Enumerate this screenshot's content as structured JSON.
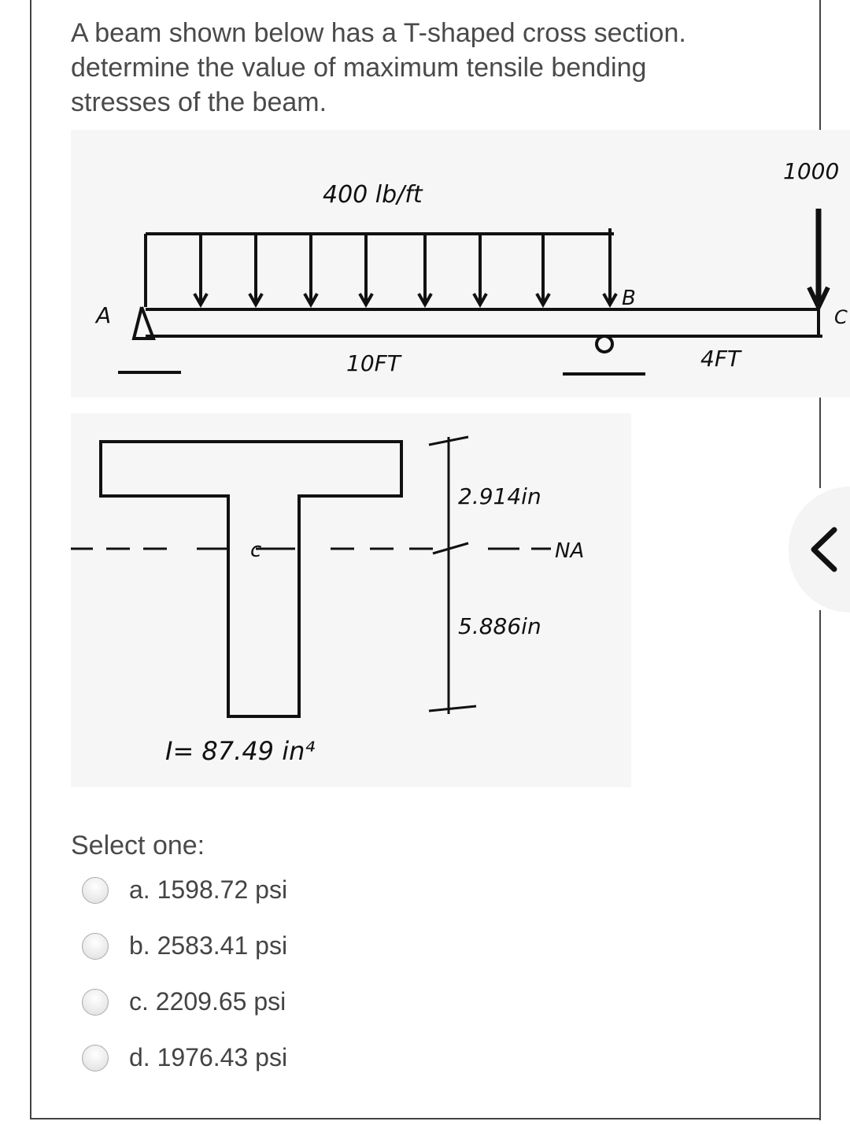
{
  "question": {
    "text": "A beam shown below has a T-shaped cross section. determine the value of maximum tensile bending stresses of the beam."
  },
  "beam_diagram": {
    "distributed_load": "400 lb/ft",
    "point_load": "1000",
    "label_a": "A",
    "label_b": "B",
    "label_c": "C",
    "span_ab": "10FT",
    "span_bc": "4FT"
  },
  "section_diagram": {
    "top_distance": "2.914in",
    "bottom_distance": "5.886in",
    "neutral_axis": "NA",
    "centroid": "c",
    "inertia": "I= 87.49 in⁴"
  },
  "answers": {
    "prompt": "Select one:",
    "options": [
      {
        "label": "a. 1598.72 psi",
        "selected": false
      },
      {
        "label": "b. 2583.41 psi",
        "selected": false
      },
      {
        "label": "c. 2209.65 psi",
        "selected": false
      },
      {
        "label": "d. 1976.43 psi",
        "selected": false
      }
    ]
  },
  "nav": {
    "icon": "chevron-left-icon"
  }
}
